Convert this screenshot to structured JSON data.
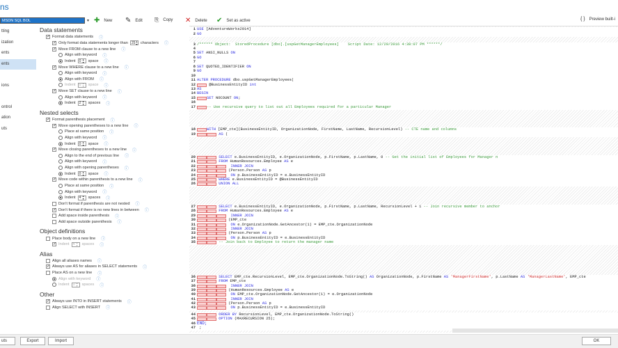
{
  "window": {
    "title": "ns"
  },
  "profile": {
    "selected": "MSDN SQL BOL"
  },
  "toolbar": {
    "new": "New",
    "edit": "Edit",
    "copy": "Copy",
    "delete": "Delete",
    "set_active": "Set as active",
    "preview": "Preview built-i"
  },
  "sidebar": {
    "items": [
      {
        "label": "tting"
      },
      {
        "label": "ization"
      },
      {
        "label": "ents"
      },
      {
        "label": "ents",
        "selected": true
      },
      {
        "label": ""
      },
      {
        "label": "ions"
      },
      {
        "label": ""
      },
      {
        "label": "ontrol"
      },
      {
        "label": "ation"
      },
      {
        "label": "uts"
      }
    ]
  },
  "sections": [
    {
      "title": "Data statements",
      "rows": [
        {
          "type": "check",
          "checked": true,
          "level": 0,
          "label": "Format data statements"
        },
        {
          "type": "check",
          "checked": true,
          "level": 1,
          "label": "Only format data statements longer than",
          "spin": "25",
          "suffix": "characters"
        },
        {
          "type": "check",
          "checked": true,
          "level": 1,
          "label": "Move FROM clause to a new line"
        },
        {
          "type": "radio",
          "checked": false,
          "level": 2,
          "label": "Align with keyword"
        },
        {
          "type": "radio",
          "checked": true,
          "level": 2,
          "label": "Indent",
          "spin": "0",
          "suffix": "space"
        },
        {
          "type": "check",
          "checked": true,
          "level": 1,
          "label": "Move WHERE clause to a new line"
        },
        {
          "type": "radio",
          "checked": false,
          "level": 2,
          "label": "Align with keyword"
        },
        {
          "type": "radio",
          "checked": true,
          "level": 2,
          "label": "Align with FROM"
        },
        {
          "type": "radio",
          "checked": false,
          "level": 2,
          "label": "Indent",
          "spin": "0",
          "suffix": "space",
          "disabled": true
        },
        {
          "type": "check",
          "checked": true,
          "level": 1,
          "label": "Move SET clause to a new line"
        },
        {
          "type": "radio",
          "checked": false,
          "level": 2,
          "label": "Align with keyword"
        },
        {
          "type": "radio",
          "checked": true,
          "level": 2,
          "label": "Indent",
          "spin": "2",
          "suffix": "spaces"
        }
      ]
    },
    {
      "title": "Nested selects",
      "rows": [
        {
          "type": "check",
          "checked": true,
          "level": 0,
          "label": "Format parenthesis placement"
        },
        {
          "type": "check",
          "checked": true,
          "level": 1,
          "label": "Move opening parentheses to a new line"
        },
        {
          "type": "radio",
          "checked": false,
          "level": 2,
          "label": "Place at same position"
        },
        {
          "type": "radio",
          "checked": false,
          "level": 2,
          "label": "Align with keyword"
        },
        {
          "type": "radio",
          "checked": true,
          "level": 2,
          "label": "Indent",
          "spin": "0",
          "suffix": "space"
        },
        {
          "type": "check",
          "checked": true,
          "level": 1,
          "label": "Move closing parentheses to a new line"
        },
        {
          "type": "radio",
          "checked": false,
          "level": 2,
          "label": "Align to the end of previous line"
        },
        {
          "type": "radio",
          "checked": false,
          "level": 2,
          "label": "Align with keyword"
        },
        {
          "type": "radio",
          "checked": false,
          "level": 2,
          "label": "Align with opening parentheses"
        },
        {
          "type": "radio",
          "checked": true,
          "level": 2,
          "label": "Indent",
          "spin": "0",
          "suffix": "space"
        },
        {
          "type": "check",
          "checked": true,
          "level": 1,
          "label": "Move code within parenthesis to a new line"
        },
        {
          "type": "radio",
          "checked": false,
          "level": 2,
          "label": "Place at same position"
        },
        {
          "type": "radio",
          "checked": false,
          "level": 2,
          "label": "Align with keyword"
        },
        {
          "type": "radio",
          "checked": true,
          "level": 2,
          "label": "Indent",
          "spin": "4",
          "suffix": "spaces"
        },
        {
          "type": "check",
          "checked": false,
          "level": 1,
          "label": "Don't format if parenthesis are not nested"
        },
        {
          "type": "check",
          "checked": true,
          "level": 1,
          "label": "Don't format if there is no new lines in between"
        },
        {
          "type": "check",
          "checked": false,
          "level": 1,
          "label": "Add space inside parenthesis"
        },
        {
          "type": "check",
          "checked": false,
          "level": 1,
          "label": "Add space outside parenthesis"
        }
      ]
    },
    {
      "title": "Object definitions",
      "rows": [
        {
          "type": "check",
          "checked": false,
          "level": 0,
          "label": "Place body on a new line"
        },
        {
          "type": "check",
          "checked": true,
          "level": 1,
          "label": "Indent",
          "spin": "4",
          "suffix": "spaces",
          "disabled": true
        }
      ]
    },
    {
      "title": "Alias",
      "rows": [
        {
          "type": "check",
          "checked": false,
          "level": 0,
          "label": "Align all aliases names"
        },
        {
          "type": "check",
          "checked": true,
          "level": 0,
          "label": "Always use AS for aliases in SELECT statements"
        },
        {
          "type": "check",
          "checked": false,
          "level": 0,
          "label": "Place AS on a new line"
        },
        {
          "type": "radio",
          "checked": true,
          "level": 1,
          "label": "Align with keyword",
          "disabled": true
        },
        {
          "type": "radio",
          "checked": false,
          "level": 1,
          "label": "Indent",
          "spin": "1",
          "suffix": "spaces",
          "disabled": true
        }
      ]
    },
    {
      "title": "Other",
      "rows": [
        {
          "type": "check",
          "checked": true,
          "level": 0,
          "label": "Always use INTO in INSERT statements"
        },
        {
          "type": "check",
          "checked": false,
          "level": 0,
          "label": "Align SELECT with INSERT"
        }
      ]
    }
  ],
  "code": [
    {
      "n": "1",
      "i": 0,
      "t": "USE [AdventureWorks2014]"
    },
    {
      "n": "2",
      "i": 0,
      "t": "GO"
    },
    {
      "n": "3",
      "i": 0,
      "t": "/****** Object:  StoredProcedure [dbo].[uspGetManagerEmployees]    Script Date: 12/29/2016 4:38:07 PM ******/"
    },
    {
      "n": "4",
      "i": 0,
      "t": ""
    },
    {
      "n": "5",
      "i": 0,
      "t": "SET ANSI_NULLS ON"
    },
    {
      "n": "6",
      "i": 0,
      "t": "GO"
    },
    {
      "n": "7",
      "i": 0,
      "t": ""
    },
    {
      "n": "8",
      "i": 0,
      "t": "SET QUOTED_IDENTIFIER ON"
    },
    {
      "n": "9",
      "i": 0,
      "t": "GO"
    },
    {
      "n": "10",
      "i": 0,
      "t": ""
    },
    {
      "n": "11",
      "i": 0,
      "t": "ALTER PROCEDURE dbo.uspGetManagerEmployees("
    },
    {
      "n": "12",
      "i": 1,
      "t": " @BusinessEntityID int"
    },
    {
      "n": "13",
      "i": 0,
      "t": "AS"
    },
    {
      "n": "14",
      "i": 0,
      "t": "BEGIN"
    },
    {
      "n": "15",
      "i": 1,
      "t": "SET NOCOUNT ON;"
    },
    {
      "n": "16",
      "i": 0,
      "t": ""
    },
    {
      "n": "17",
      "i": 1,
      "t": "-- Use recursive query to list out all Employees required for a particular Manager"
    },
    {
      "n": "18",
      "i": 1,
      "t": "WITH [EMP_cte](BusinessEntityID, OrganizationNode, FirstName, LastName, RecursionLevel) -- CTE name and columns"
    },
    {
      "n": "19",
      "i": 2,
      "t": " AS ("
    },
    {
      "n": "20",
      "i": 2,
      "t": " SELECT e.BusinessEntityID, e.OrganizationNode, p.FirstName, p.LastName, 0 -- Get the initial list of Employees for Manager n"
    },
    {
      "n": "21",
      "i": 2,
      "t": " FROM HumanResources.Employee AS e"
    },
    {
      "n": "22",
      "i": 3,
      "t": "  INNER JOIN"
    },
    {
      "n": "23",
      "i": 3,
      "t": " (Person.Person AS p"
    },
    {
      "n": "24",
      "i": 3,
      "t": "  ON p.BusinessEntityID = e.BusinessEntityID"
    },
    {
      "n": "25",
      "i": 2,
      "t": " WHERE e.BusinessEntityID = @BusinessEntityID"
    },
    {
      "n": "26",
      "i": 2,
      "t": " UNION ALL"
    },
    {
      "n": "27",
      "i": 2,
      "t": " SELECT e.BusinessEntityID, e.OrganizationNode, p.FirstName, p.LastName, RecursionLevel + 1 -- Join recursive member to anchor"
    },
    {
      "n": "28",
      "i": 2,
      "t": " FROM HumanResources.Employee AS e"
    },
    {
      "n": "29",
      "i": 3,
      "t": "  INNER JOIN"
    },
    {
      "n": "30",
      "i": 3,
      "t": " (EMP_cte"
    },
    {
      "n": "31",
      "i": 3,
      "t": "  ON e.OrganizationNode.GetAncestor(1) = EMP_cte.OrganizationNode"
    },
    {
      "n": "32",
      "i": 3,
      "t": "  INNER JOIN"
    },
    {
      "n": "33",
      "i": 3,
      "t": " (Person.Person AS p"
    },
    {
      "n": "34",
      "i": 3,
      "t": "  ON p.BusinessEntityID = e.BusinessEntityID"
    },
    {
      "n": "35",
      "i": 2,
      "t": " -- Join back to Employee to return the manager name"
    },
    {
      "n": "36",
      "i": 2,
      "t": " SELECT EMP_cte.RecursionLevel, EMP_cte.OrganizationNode.ToString() AS OrganizationNode, p.FirstName AS 'ManagerFirstName', p.LastName AS 'ManagerLastName', EMP_cte"
    },
    {
      "n": "37",
      "i": 2,
      "t": " FROM EMP_cte"
    },
    {
      "n": "38",
      "i": 3,
      "t": "  INNER JOIN"
    },
    {
      "n": "39",
      "i": 3,
      "t": " (HumanResources.Employee AS e"
    },
    {
      "n": "40",
      "i": 3,
      "t": "  ON EMP_cte.OrganizationNode.GetAncestor(1) = e.OrganizationNode"
    },
    {
      "n": "41",
      "i": 3,
      "t": "  INNER JOIN"
    },
    {
      "n": "42",
      "i": 3,
      "t": " (Person.Person AS p"
    },
    {
      "n": "43",
      "i": 3,
      "t": "  ON p.BusinessEntityID = e.BusinessEntityID"
    },
    {
      "n": "44",
      "i": 2,
      "t": " ORDER BY RecursionLevel, EMP_cte.OrganizationNode.ToString()"
    },
    {
      "n": "45",
      "i": 2,
      "t": " OPTION (MAXRECURSION 25);"
    },
    {
      "n": "46",
      "i": 0,
      "t": "END;"
    },
    {
      "n": "47",
      "i": 0,
      "t": " ;"
    }
  ],
  "footer": {
    "defaults": "uts",
    "export": "Export",
    "import": "Import",
    "ok": "OK"
  }
}
